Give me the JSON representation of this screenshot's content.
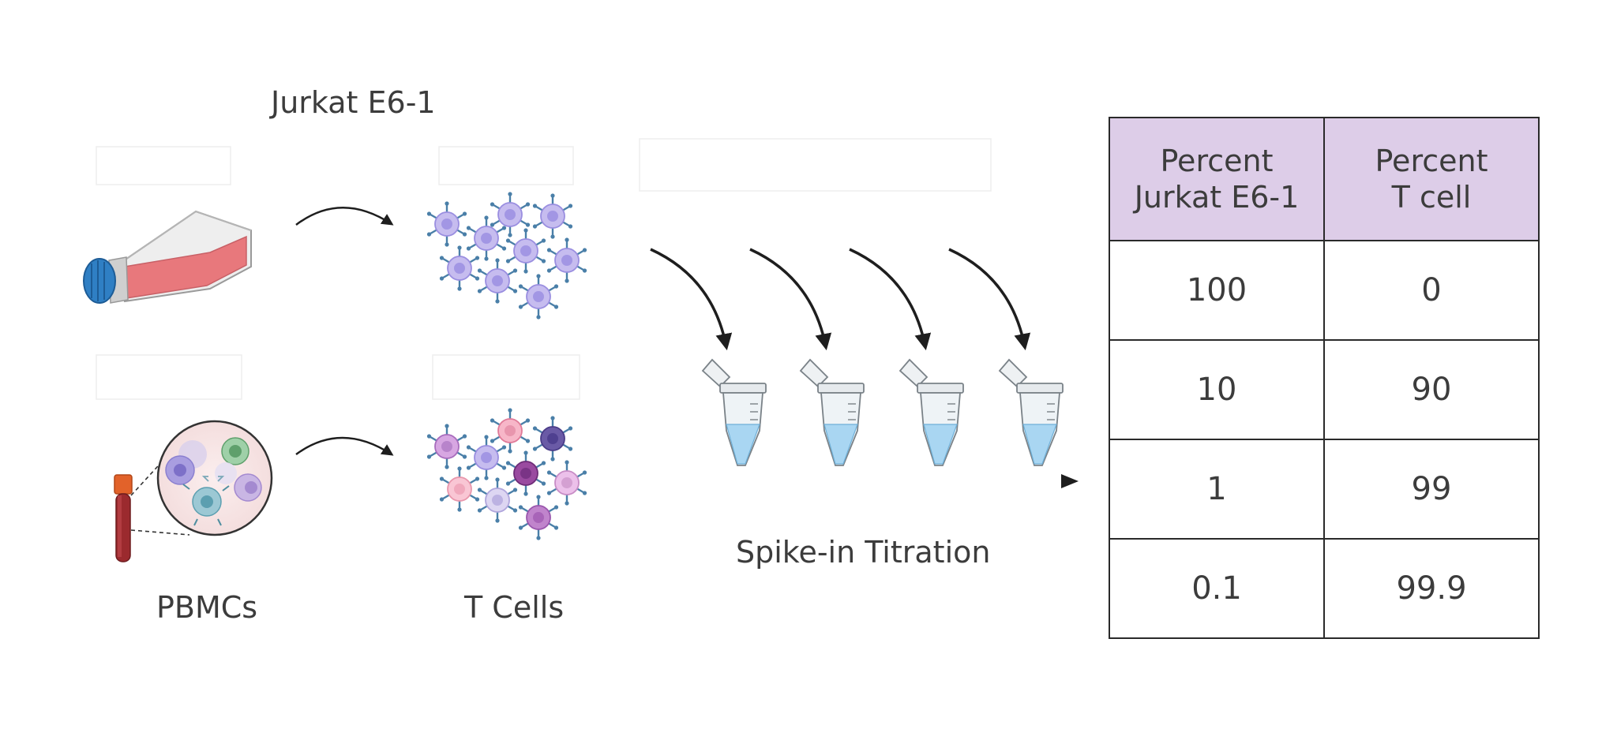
{
  "labels": {
    "jurkat": "Jurkat E6-1",
    "pbmcs": "PBMCs",
    "t_cells": "T Cells",
    "spike_in": "Spike-in Titration"
  },
  "icons": {
    "flask": "cell-culture-flask-icon",
    "blood_tube": "blood-tube-icon",
    "pbmc_magnifier": "pbmc-magnified-circle-icon",
    "jurkat_cells": "jurkat-cell-cluster-icon",
    "t_cells": "t-cell-cluster-icon",
    "tubes": "microcentrifuge-tube-icon"
  },
  "colors": {
    "table_header_bg": "#ddcde8",
    "flask_medium": "#e8787c",
    "flask_cap": "#2f7fc4",
    "jurkat_cell": "#b3a6e6",
    "blood": "#9b2a2e",
    "tube_liquid": "#a9d6f2",
    "text": "#3c3c3c"
  },
  "table": {
    "headers": [
      [
        "Percent",
        "Jurkat E6-1"
      ],
      [
        "Percent",
        "T cell"
      ]
    ],
    "rows": [
      [
        "100",
        "0"
      ],
      [
        "10",
        "90"
      ],
      [
        "1",
        "99"
      ],
      [
        "0.1",
        "99.9"
      ]
    ]
  }
}
